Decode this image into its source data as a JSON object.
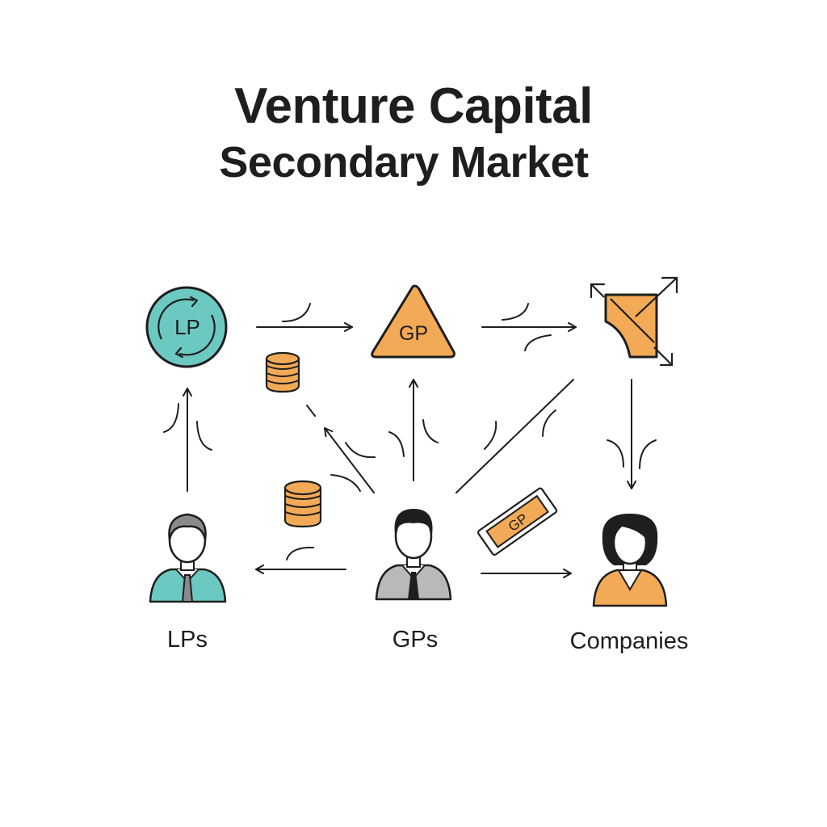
{
  "title": {
    "line1": "Venture Capital",
    "line2": "Secondary Market"
  },
  "nodes": {
    "lp_circle": {
      "text": "LP",
      "color": "#6cc9c2"
    },
    "gp_triangle": {
      "text": "GP",
      "color": "#f2aa56"
    },
    "company_square": {
      "color": "#f2aa56"
    },
    "gp_ticket": {
      "text": "GP",
      "color": "#f2aa56"
    }
  },
  "people": {
    "lps": {
      "label": "LPs",
      "suit_color": "#6cc9c2"
    },
    "gps": {
      "label": "GPs",
      "suit_color": "#b9b9b9"
    },
    "companies": {
      "label": "Companies",
      "suit_color": "#f2aa56"
    }
  },
  "icons": [
    "coin-stack-icon",
    "lp-circle-icon",
    "gp-triangle-icon",
    "company-square-icon",
    "gp-ticket-icon",
    "person-icon",
    "arrow-icon"
  ],
  "colors": {
    "ink": "#1e1e1e",
    "teal": "#6cc9c2",
    "orange": "#f2aa56",
    "gray": "#b9b9b9"
  }
}
